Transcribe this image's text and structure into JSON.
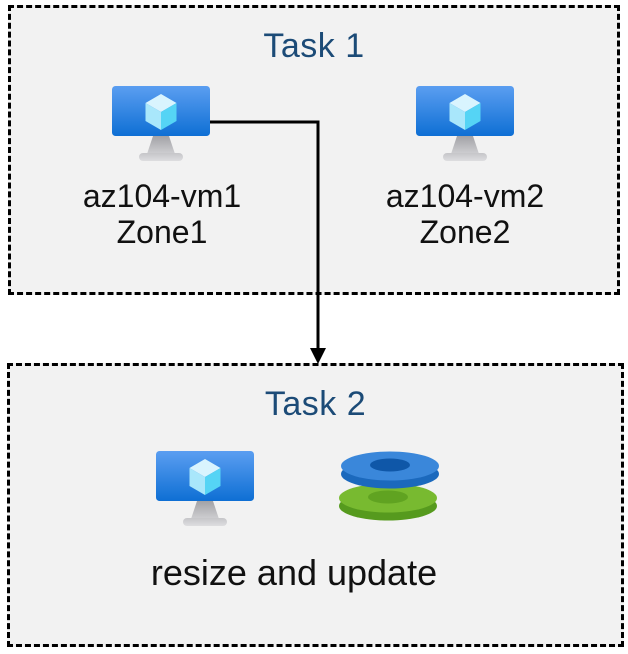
{
  "task1": {
    "title": "Task 1",
    "vms": [
      {
        "name": "az104-vm1",
        "zone": "Zone1"
      },
      {
        "name": "az104-vm2",
        "zone": "Zone2"
      }
    ]
  },
  "task2": {
    "title": "Task 2",
    "caption": "resize and update"
  },
  "icons": {
    "vm": "virtual-machine-icon",
    "disks": "stacked-disks-icon"
  },
  "colors": {
    "canvas_bg": "#ffffff",
    "box_bg": "#f2f2f2",
    "box_border": "#000000",
    "title_text": "#1c4b77",
    "body_text": "#111111",
    "vm_screen_top": "#5b9ef1",
    "vm_screen_bottom": "#0e6fd4",
    "cube_top": "#d9f4fe",
    "cube_left": "#a9e7fb",
    "cube_right": "#55d4f5",
    "disk_blue_top": "#3a87da",
    "disk_blue_rim": "#1b69bd",
    "disk_blue_hole": "#0f57a8",
    "disk_green_top": "#78ba30",
    "disk_green_rim": "#569a1e",
    "disk_green_hole": "#60a321",
    "arrow": "#000000"
  }
}
